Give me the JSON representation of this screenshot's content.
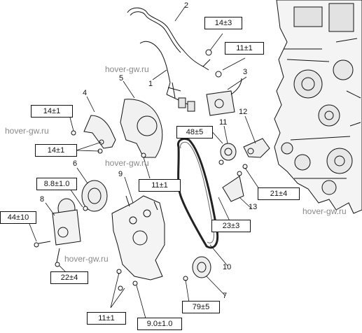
{
  "watermark": "hover-gw.ru",
  "parts": [
    "1",
    "2",
    "3",
    "4",
    "5",
    "6",
    "7",
    "8",
    "9",
    "10",
    "11",
    "12",
    "13"
  ],
  "torques": {
    "t1": "14±3",
    "t2": "11±1",
    "t3": "14±1",
    "t4": "14±1",
    "t5": "48±5",
    "t6": "11±1",
    "t7": "8.8±1.0",
    "t8": "21±4",
    "t9": "44±10",
    "t10": "23±3",
    "t11": "22±4",
    "t12": "79±5",
    "t13": "11±1",
    "t14": "9.0±1.0"
  }
}
